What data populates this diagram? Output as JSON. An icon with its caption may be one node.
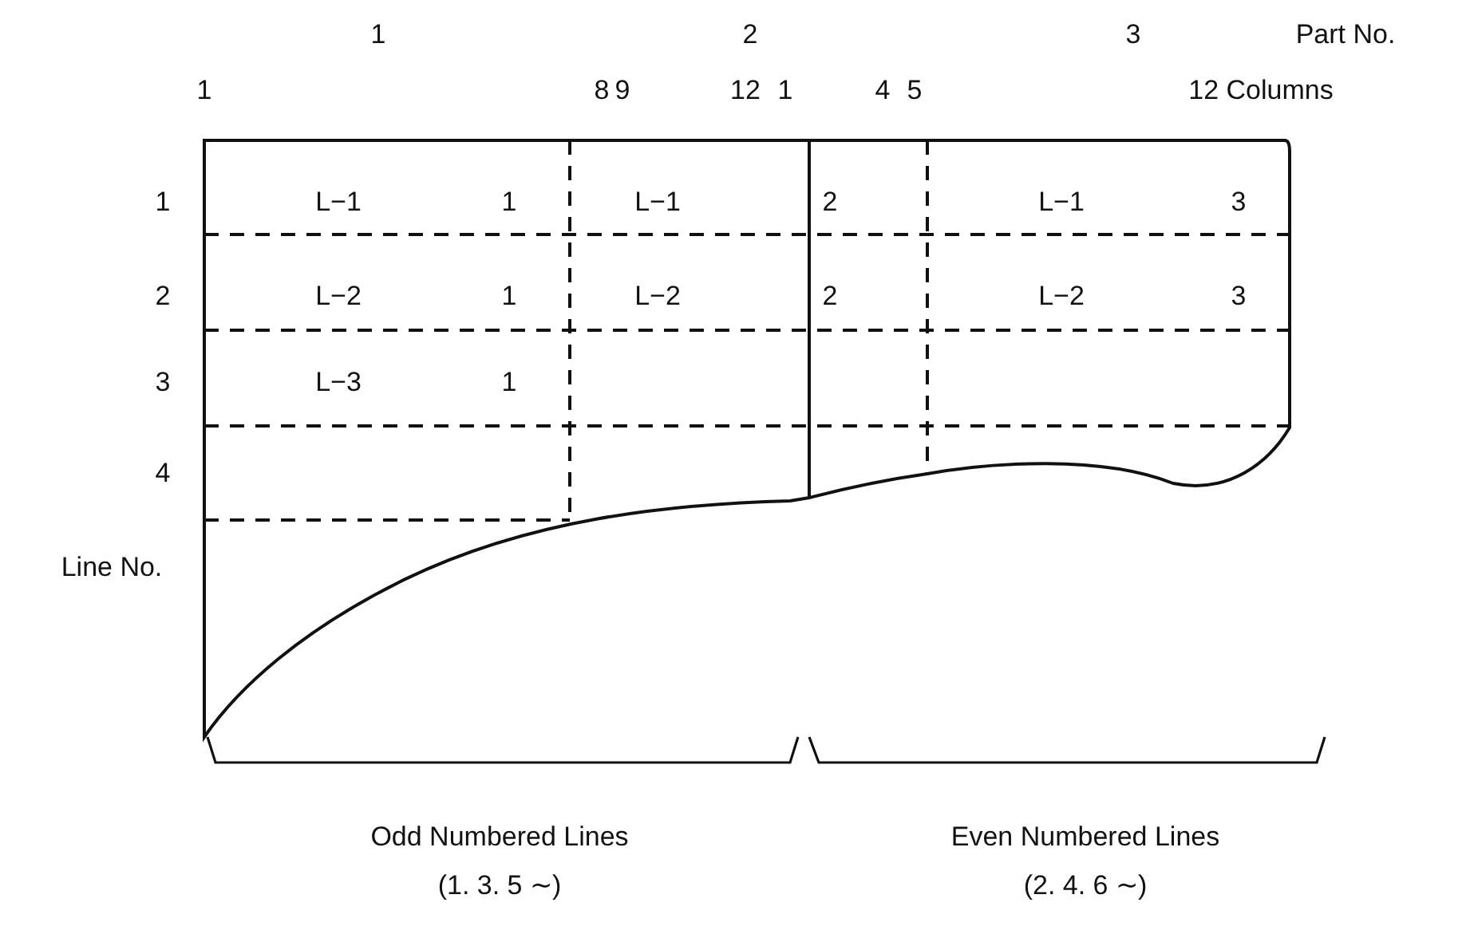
{
  "diagram": {
    "labels": [
      "1",
      "2",
      "3",
      "Part No.",
      "1",
      "8",
      "9",
      "12",
      "1",
      "4",
      "5",
      "12 Columns",
      "1",
      "L−1",
      "1",
      "L−1",
      "2",
      "L−1",
      "3",
      "2",
      "L−2",
      "1",
      "L−2",
      "2",
      "L−2",
      "3",
      "3",
      "L−3",
      "1",
      "4",
      "Line No.",
      "Odd Numbered Lines",
      "(1. 3. 5 ∼)",
      "Even Numbered Lines",
      "(2. 4. 6 ∼)"
    ]
  }
}
